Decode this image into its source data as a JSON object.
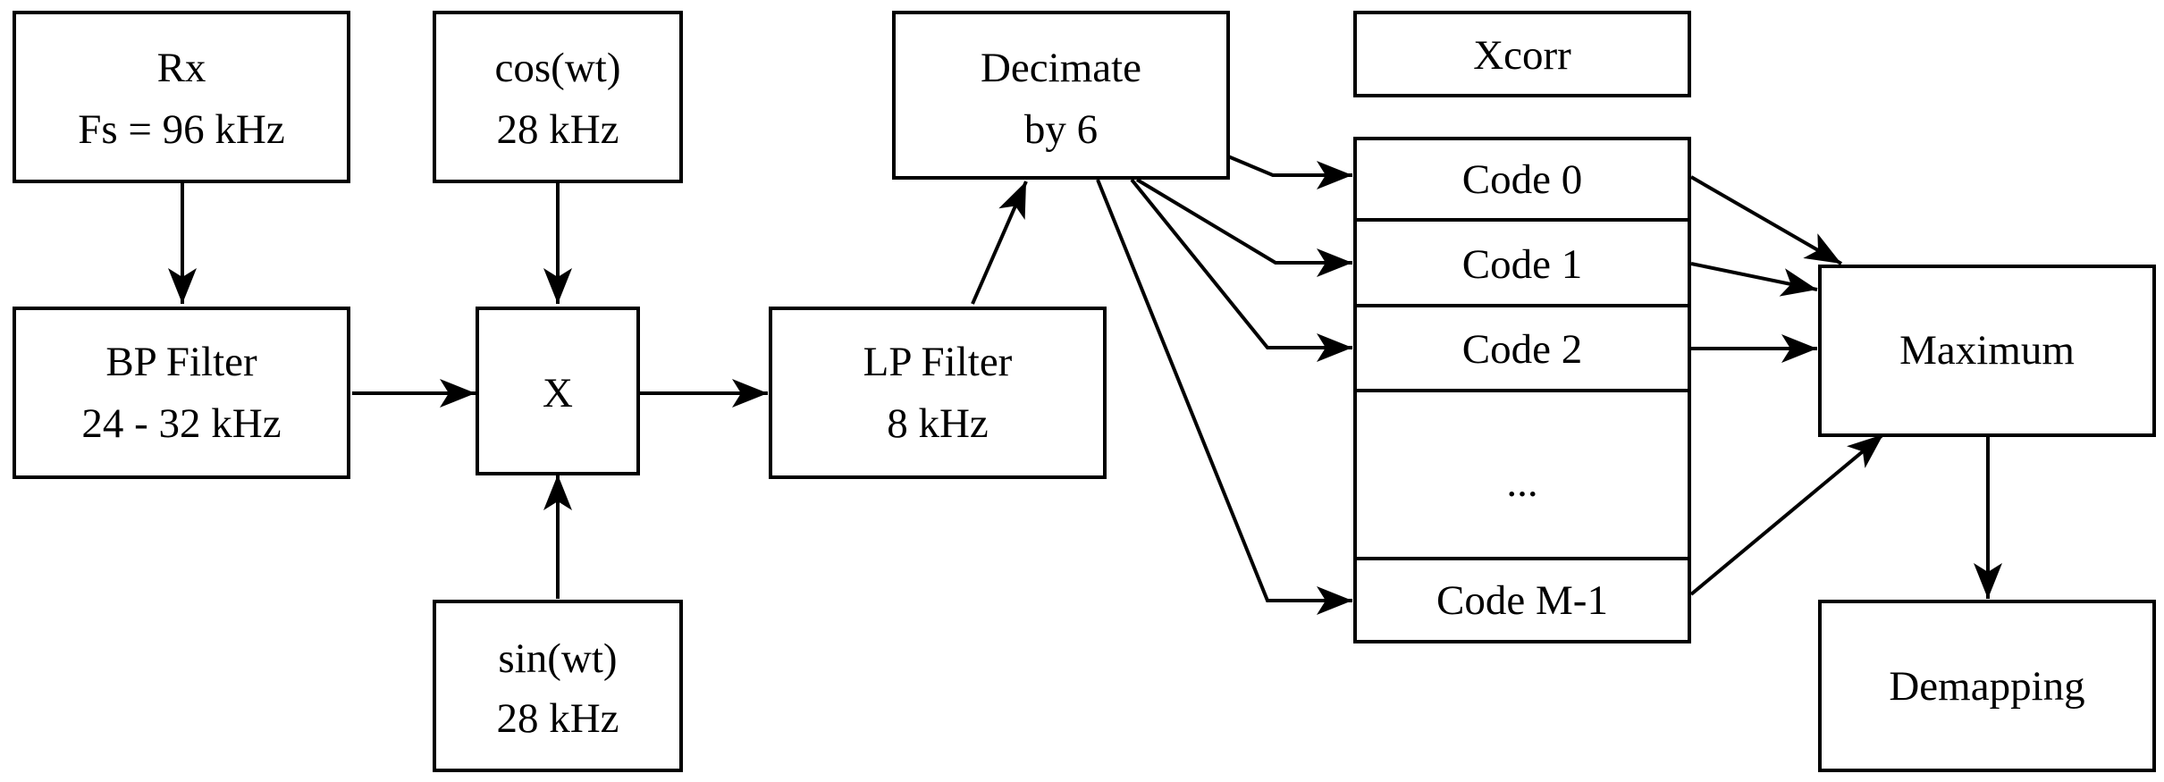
{
  "blocks": {
    "rx": {
      "line1": "Rx",
      "line2": "Fs = 96 kHz"
    },
    "cos": {
      "line1": "cos(wt)",
      "line2": "28 kHz"
    },
    "decimate": {
      "line1": "Decimate",
      "line2": "by 6"
    },
    "xcorr": {
      "label": "Xcorr"
    },
    "bp_filter": {
      "line1": "BP Filter",
      "line2": "24 - 32 kHz"
    },
    "mixer": {
      "label": "X"
    },
    "lp_filter": {
      "line1": "LP Filter",
      "line2": "8 kHz"
    },
    "sin": {
      "line1": "sin(wt)",
      "line2": "28 kHz"
    },
    "codes": [
      {
        "label": "Code 0"
      },
      {
        "label": "Code 1"
      },
      {
        "label": "Code 2"
      },
      {
        "label": "..."
      },
      {
        "label": "Code M-1"
      }
    ],
    "maximum": {
      "label": "Maximum"
    },
    "demapping": {
      "label": "Demapping"
    }
  },
  "colors": {
    "stroke": "#000000",
    "fill": "#ffffff",
    "text": "#000000"
  },
  "connections": [
    {
      "from": "rx",
      "to": "bp_filter"
    },
    {
      "from": "cos",
      "to": "mixer"
    },
    {
      "from": "bp_filter",
      "to": "mixer"
    },
    {
      "from": "sin",
      "to": "mixer"
    },
    {
      "from": "mixer",
      "to": "lp_filter"
    },
    {
      "from": "lp_filter",
      "to": "decimate"
    },
    {
      "from": "decimate",
      "to": "Code 0"
    },
    {
      "from": "decimate",
      "to": "Code 1"
    },
    {
      "from": "decimate",
      "to": "Code 2"
    },
    {
      "from": "decimate",
      "to": "Code M-1"
    },
    {
      "from": "Code 0",
      "to": "maximum"
    },
    {
      "from": "Code 1",
      "to": "maximum"
    },
    {
      "from": "Code 2",
      "to": "maximum"
    },
    {
      "from": "Code M-1",
      "to": "maximum"
    },
    {
      "from": "maximum",
      "to": "demapping"
    }
  ]
}
